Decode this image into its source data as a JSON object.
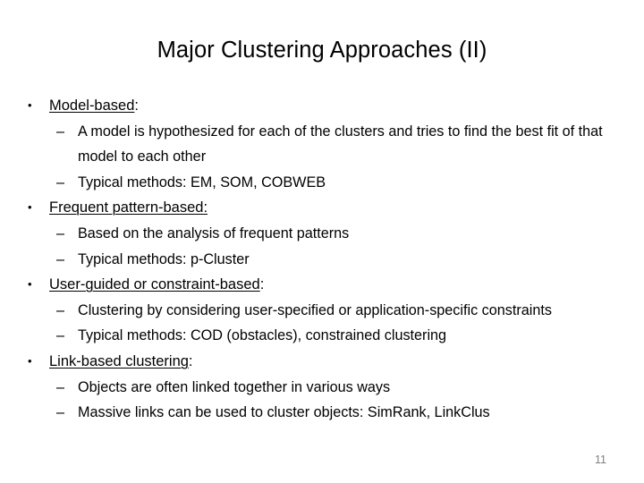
{
  "slide": {
    "title": "Major Clustering Approaches (II)",
    "page_number": "11",
    "bullet_marker": "•",
    "sub_marker": "–",
    "text_color": "#000000",
    "page_number_color": "#808080",
    "background_color": "#ffffff"
  },
  "groups": [
    {
      "heading": "Model-based",
      "colon": ":",
      "colon_underlined": false,
      "subs": [
        "A model is hypothesized for each of the clusters and tries to find the best fit of that model to each other",
        "Typical methods: EM, SOM, COBWEB"
      ]
    },
    {
      "heading": "Frequent pattern-based",
      "colon": ":",
      "colon_underlined": true,
      "subs": [
        "Based on the analysis of frequent patterns",
        "Typical methods: p-Cluster"
      ]
    },
    {
      "heading": "User-guided or constraint-based",
      "colon": ":",
      "colon_underlined": false,
      "subs": [
        "Clustering by considering user-specified or application-specific constraints",
        "Typical methods: COD (obstacles), constrained clustering"
      ]
    },
    {
      "heading": "Link-based clustering",
      "colon": ":",
      "colon_underlined": false,
      "subs": [
        "Objects are often linked together in various ways",
        "Massive links can be used to cluster objects: SimRank, LinkClus"
      ]
    }
  ]
}
